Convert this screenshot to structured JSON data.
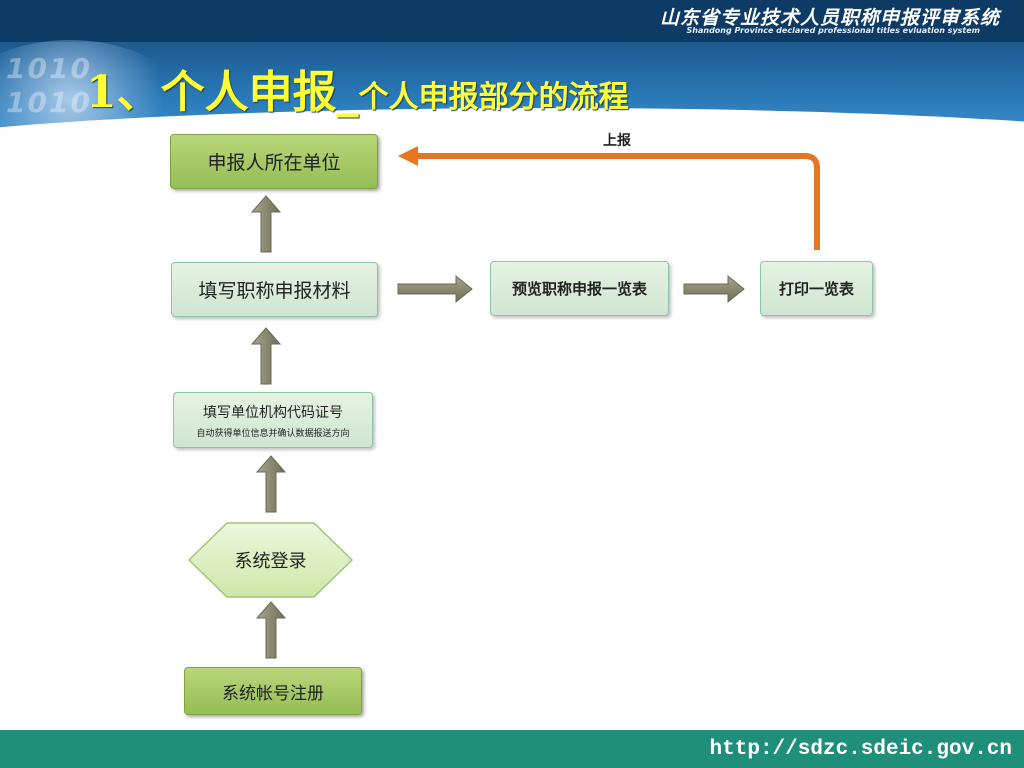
{
  "header": {
    "system_title": "山东省专业技术人员职称申报评审系统",
    "system_subtitle": "Shandong Province declared professional titles evluation system",
    "decor_digits": [
      "1010",
      "1010"
    ]
  },
  "slide": {
    "title_main": "1、个人申报_",
    "title_sub": "个人申报部分的流程"
  },
  "flow": {
    "unit_label": "申报人所在单位",
    "fill_materials_label": "填写职称申报材料",
    "preview_label": "预览职称申报一览表",
    "print_label": "打印一览表",
    "org_code_label": "填写单位机构代码证号",
    "org_code_note": "自动获得单位信息并确认数据报送方向",
    "login_label": "系统登录",
    "register_label": "系统帐号注册",
    "report_label": "上报"
  },
  "footer": {
    "url": "http://sdzc.sdeic.gov.cn"
  },
  "colors": {
    "header_blue": "#1c5a8f",
    "title_yellow": "#ffff33",
    "footer_teal": "#1f8f7a",
    "report_arrow_orange": "#e8761e",
    "flow_arrow_gray": "#8a8a72"
  }
}
